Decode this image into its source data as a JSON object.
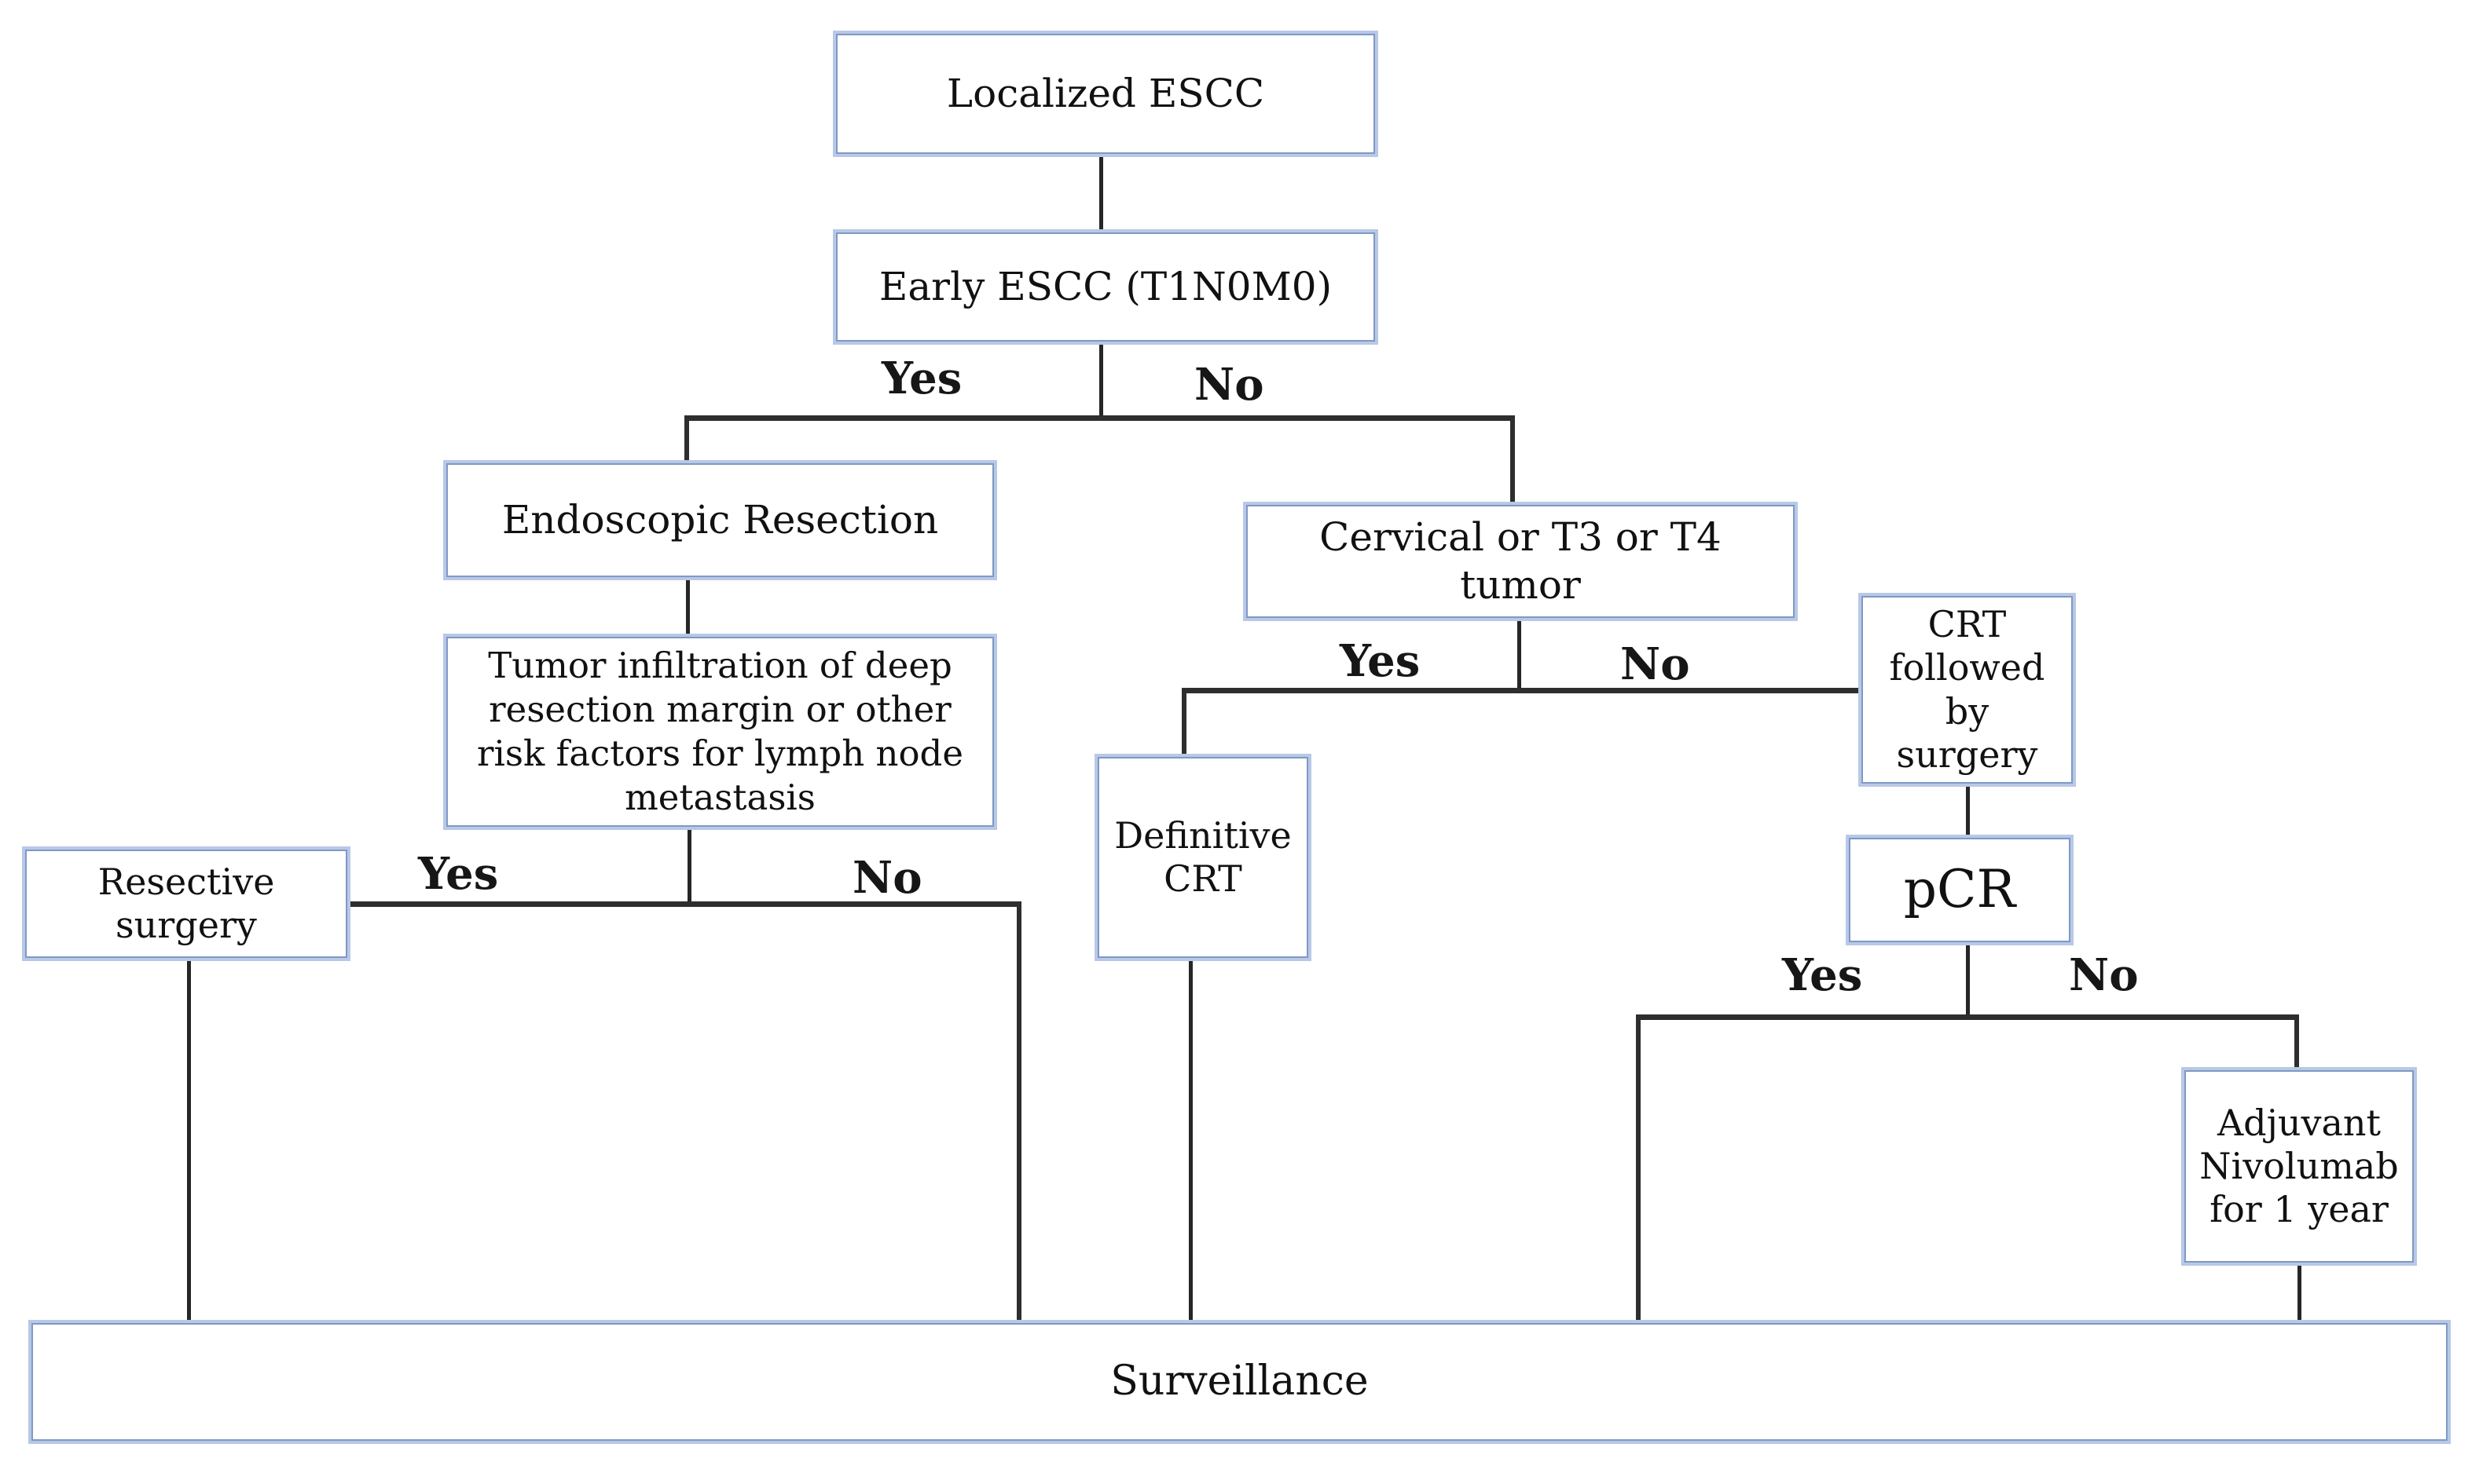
{
  "flowchart": {
    "nodes": {
      "localized": "Localized ESCC",
      "early": "Early ESCC (T1N0M0)",
      "endoscopic": "Endoscopic Resection",
      "tumor_infiltration": "Tumor infiltration of deep\nresection margin or other\nrisk factors for lymph node\nmetastasis",
      "resective": "Resective\nsurgery",
      "cervical": "Cervical or T3 or T4 tumor",
      "definitive_crt": "Definitive\nCRT",
      "crt_followed_by_surgery": "CRT\nfollowed\nby\nsurgery",
      "pcr": "pCR",
      "adjuvant_nivolumab": "Adjuvant\nNivolumab\nfor 1 year",
      "surveillance": "Surveillance"
    },
    "edge_labels": {
      "early_yes": "Yes",
      "early_no": "No",
      "tumor_yes": "Yes",
      "tumor_no": "No",
      "cervical_yes": "Yes",
      "cervical_no": "No",
      "pcr_yes": "Yes",
      "pcr_no": "No"
    },
    "colors": {
      "box_border_inner": "#7f98c5",
      "box_border_outer": "#b8c8e6",
      "connector_line": "#2e2e2e",
      "text": "#111111",
      "background": "#ffffff"
    }
  }
}
